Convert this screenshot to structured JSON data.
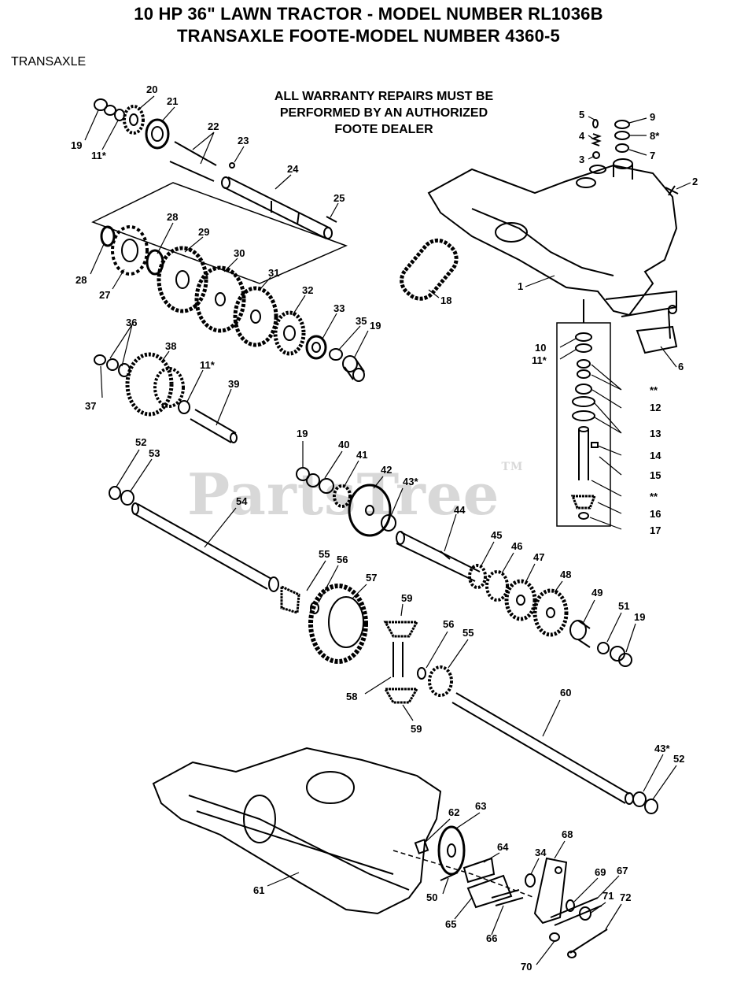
{
  "header": {
    "title_line1": "10 HP 36\" LAWN TRACTOR - MODEL NUMBER RL1036B",
    "title_line2": "TRANSAXLE FOOTE-MODEL NUMBER 4360-5"
  },
  "section_label": "TRANSAXLE",
  "warranty_note": {
    "line1": "ALL WARRANTY REPAIRS MUST BE",
    "line2": "PERFORMED BY AN AUTHORIZED",
    "line3": "FOOTE DEALER"
  },
  "watermark": {
    "text": "PartsTree",
    "tm": "TM"
  },
  "callouts": [
    {
      "id": "c20",
      "label": "20"
    },
    {
      "id": "c21",
      "label": "21"
    },
    {
      "id": "c19a",
      "label": "19"
    },
    {
      "id": "c11a",
      "label": "11*"
    },
    {
      "id": "c22",
      "label": "22"
    },
    {
      "id": "c23",
      "label": "23"
    },
    {
      "id": "c24",
      "label": "24"
    },
    {
      "id": "c25",
      "label": "25"
    },
    {
      "id": "c5",
      "label": "5"
    },
    {
      "id": "c9",
      "label": "9"
    },
    {
      "id": "c4",
      "label": "4"
    },
    {
      "id": "c8",
      "label": "8*"
    },
    {
      "id": "c3",
      "label": "3"
    },
    {
      "id": "c7",
      "label": "7"
    },
    {
      "id": "c2",
      "label": "2"
    },
    {
      "id": "c1",
      "label": "1"
    },
    {
      "id": "c6",
      "label": "6"
    },
    {
      "id": "c28a",
      "label": "28"
    },
    {
      "id": "c29",
      "label": "29"
    },
    {
      "id": "c30",
      "label": "30"
    },
    {
      "id": "c31",
      "label": "31"
    },
    {
      "id": "c28b",
      "label": "28"
    },
    {
      "id": "c27",
      "label": "27"
    },
    {
      "id": "c32",
      "label": "32"
    },
    {
      "id": "c33",
      "label": "33"
    },
    {
      "id": "c35",
      "label": "35"
    },
    {
      "id": "c19b",
      "label": "19"
    },
    {
      "id": "c18",
      "label": "18"
    },
    {
      "id": "c36",
      "label": "36"
    },
    {
      "id": "c38",
      "label": "38"
    },
    {
      "id": "c37",
      "label": "37"
    },
    {
      "id": "c11b",
      "label": "11*"
    },
    {
      "id": "c39",
      "label": "39"
    },
    {
      "id": "c10",
      "label": "10"
    },
    {
      "id": "c11c",
      "label": "11*"
    },
    {
      "id": "c12",
      "label": "12"
    },
    {
      "id": "c13",
      "label": "13"
    },
    {
      "id": "c14",
      "label": "14"
    },
    {
      "id": "c15",
      "label": "15"
    },
    {
      "id": "c16",
      "label": "16"
    },
    {
      "id": "c17",
      "label": "17"
    },
    {
      "id": "cstar1",
      "label": "**"
    },
    {
      "id": "cstar2",
      "label": "**"
    },
    {
      "id": "c52a",
      "label": "52"
    },
    {
      "id": "c53",
      "label": "53"
    },
    {
      "id": "c54",
      "label": "54"
    },
    {
      "id": "c19c",
      "label": "19"
    },
    {
      "id": "c40",
      "label": "40"
    },
    {
      "id": "c41",
      "label": "41"
    },
    {
      "id": "c42",
      "label": "42"
    },
    {
      "id": "c43a",
      "label": "43*"
    },
    {
      "id": "c44",
      "label": "44"
    },
    {
      "id": "c45",
      "label": "45"
    },
    {
      "id": "c46",
      "label": "46"
    },
    {
      "id": "c47",
      "label": "47"
    },
    {
      "id": "c48",
      "label": "48"
    },
    {
      "id": "c55a",
      "label": "55"
    },
    {
      "id": "c56a",
      "label": "56"
    },
    {
      "id": "c57",
      "label": "57"
    },
    {
      "id": "c59a",
      "label": "59"
    },
    {
      "id": "c49",
      "label": "49"
    },
    {
      "id": "c51",
      "label": "51"
    },
    {
      "id": "c19d",
      "label": "19"
    },
    {
      "id": "c56b",
      "label": "56"
    },
    {
      "id": "c55b",
      "label": "55"
    },
    {
      "id": "c58",
      "label": "58"
    },
    {
      "id": "c59b",
      "label": "59"
    },
    {
      "id": "c60",
      "label": "60"
    },
    {
      "id": "c43b",
      "label": "43*"
    },
    {
      "id": "c52b",
      "label": "52"
    },
    {
      "id": "c62",
      "label": "62"
    },
    {
      "id": "c63",
      "label": "63"
    },
    {
      "id": "c68",
      "label": "68"
    },
    {
      "id": "c64",
      "label": "64"
    },
    {
      "id": "c34",
      "label": "34"
    },
    {
      "id": "c69",
      "label": "69"
    },
    {
      "id": "c67",
      "label": "67"
    },
    {
      "id": "c61",
      "label": "61"
    },
    {
      "id": "c50",
      "label": "50"
    },
    {
      "id": "c65",
      "label": "65"
    },
    {
      "id": "c66",
      "label": "66"
    },
    {
      "id": "c71",
      "label": "71"
    },
    {
      "id": "c72",
      "label": "72"
    },
    {
      "id": "c70",
      "label": "70"
    }
  ]
}
